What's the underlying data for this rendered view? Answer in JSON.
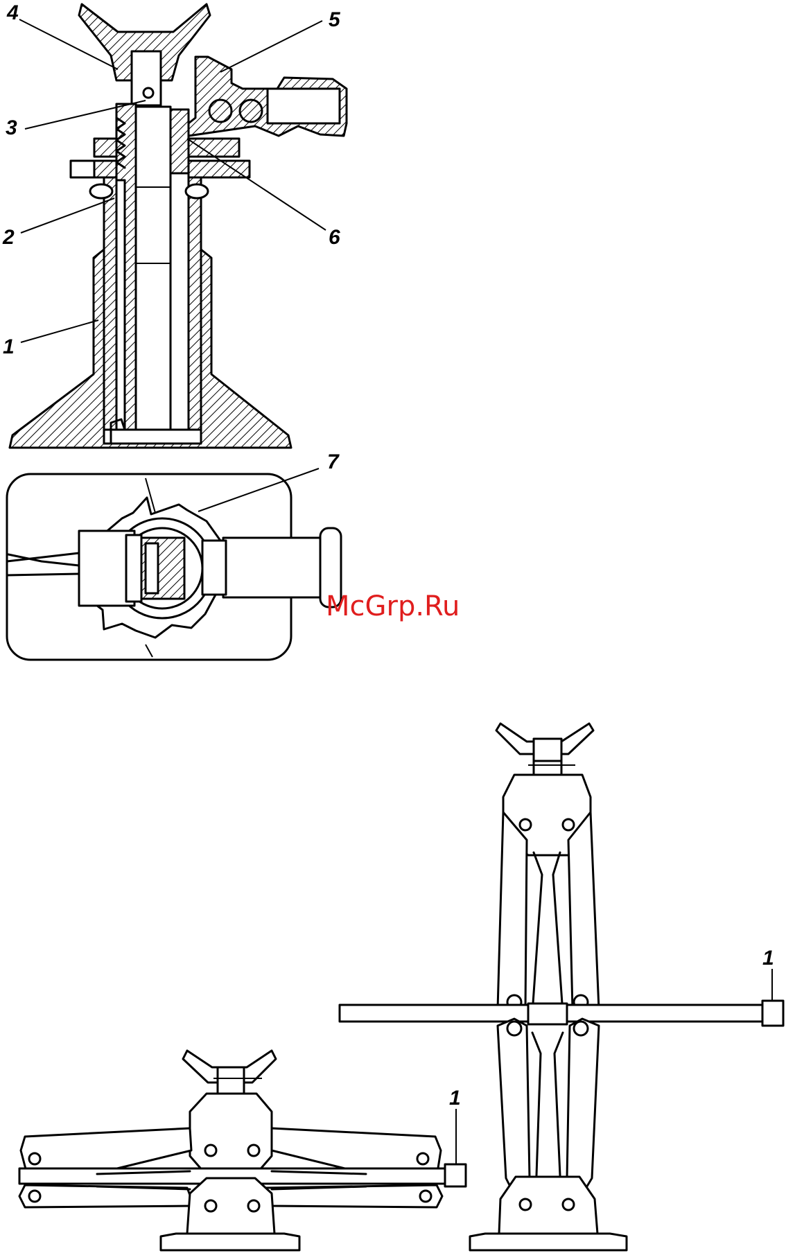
{
  "watermark": "McGrp.Ru",
  "callouts": {
    "section": [
      "4",
      "5",
      "3",
      "2",
      "6",
      "1"
    ],
    "top_view": "7",
    "low_jack": "1",
    "high_jack": "1"
  }
}
